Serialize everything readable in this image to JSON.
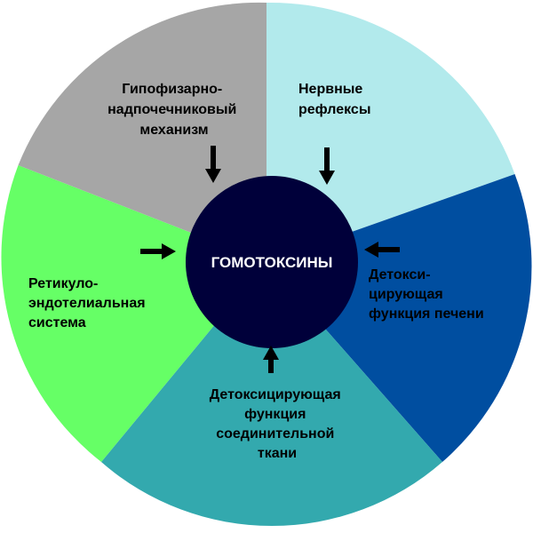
{
  "center": {
    "label": "ГОМОТОКСИНЫ",
    "color": "#00003a"
  },
  "segments": [
    {
      "id": "nerve",
      "lines": [
        "Нервные",
        "рефлексы"
      ],
      "color": "#b2eaec"
    },
    {
      "id": "liver",
      "lines": [
        "Детокси-",
        "цирующая",
        "функция печени"
      ],
      "color": "#004ea0"
    },
    {
      "id": "connective",
      "lines": [
        "Детоксицирующая",
        "функция",
        "соединительной",
        "ткани"
      ],
      "color": "#33a9ae"
    },
    {
      "id": "reticulo",
      "lines": [
        "Ретикуло-",
        "эндотелиальная",
        "система"
      ],
      "color": "#66ff66"
    },
    {
      "id": "pituitary",
      "lines": [
        "Гипофизарно-",
        "надпочечниковый",
        "механизм"
      ],
      "color": "#a6a6a6"
    }
  ],
  "arrows": [
    {
      "target": "pituitary",
      "direction": "down"
    },
    {
      "target": "nerve",
      "direction": "down"
    },
    {
      "target": "liver",
      "direction": "left"
    },
    {
      "target": "connective",
      "direction": "up"
    },
    {
      "target": "reticulo",
      "direction": "right"
    }
  ]
}
